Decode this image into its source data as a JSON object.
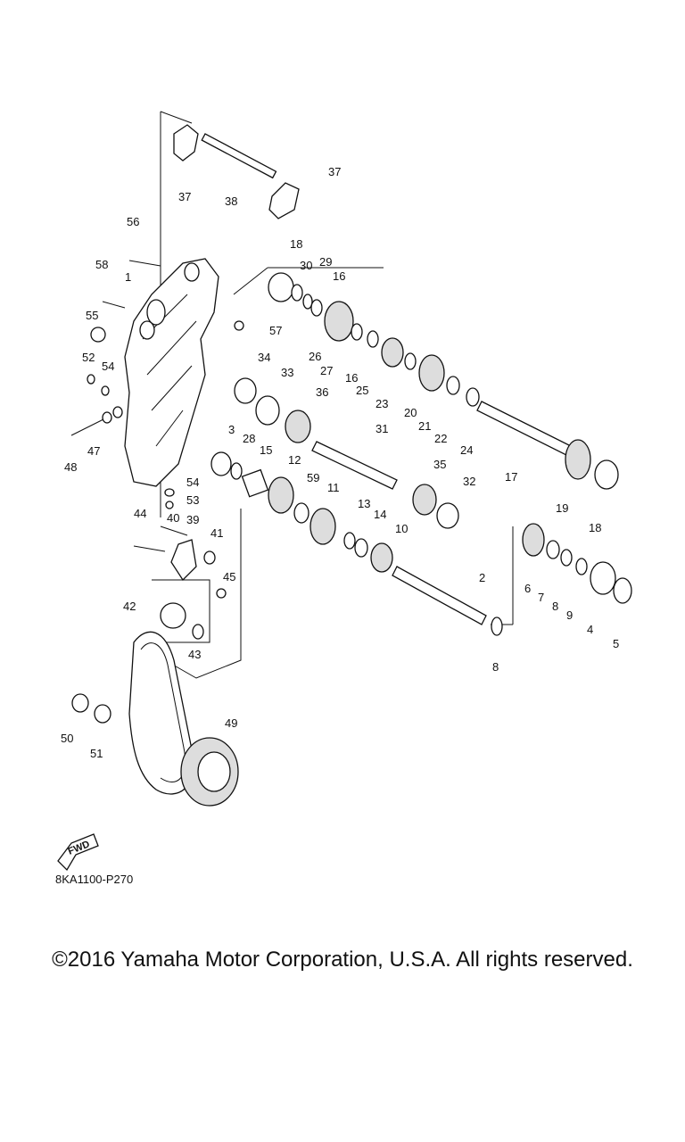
{
  "diagram": {
    "figure_code": "8KA1100-P270",
    "fwd_label": "FWD",
    "callouts": [
      "1",
      "2",
      "3",
      "4",
      "5",
      "6",
      "7",
      "8",
      "9",
      "10",
      "11",
      "12",
      "13",
      "14",
      "15",
      "16",
      "17",
      "18",
      "19",
      "20",
      "21",
      "22",
      "23",
      "24",
      "25",
      "26",
      "27",
      "28",
      "29",
      "30",
      "31",
      "32",
      "33",
      "34",
      "35",
      "36",
      "37",
      "38",
      "39",
      "40",
      "41",
      "42",
      "43",
      "44",
      "45",
      "47",
      "48",
      "49",
      "50",
      "51",
      "52",
      "53",
      "54",
      "55",
      "56",
      "57",
      "58",
      "59"
    ]
  },
  "footer": {
    "copyright": "©2016 Yamaha Motor Corporation, U.S.A. All rights reserved."
  }
}
